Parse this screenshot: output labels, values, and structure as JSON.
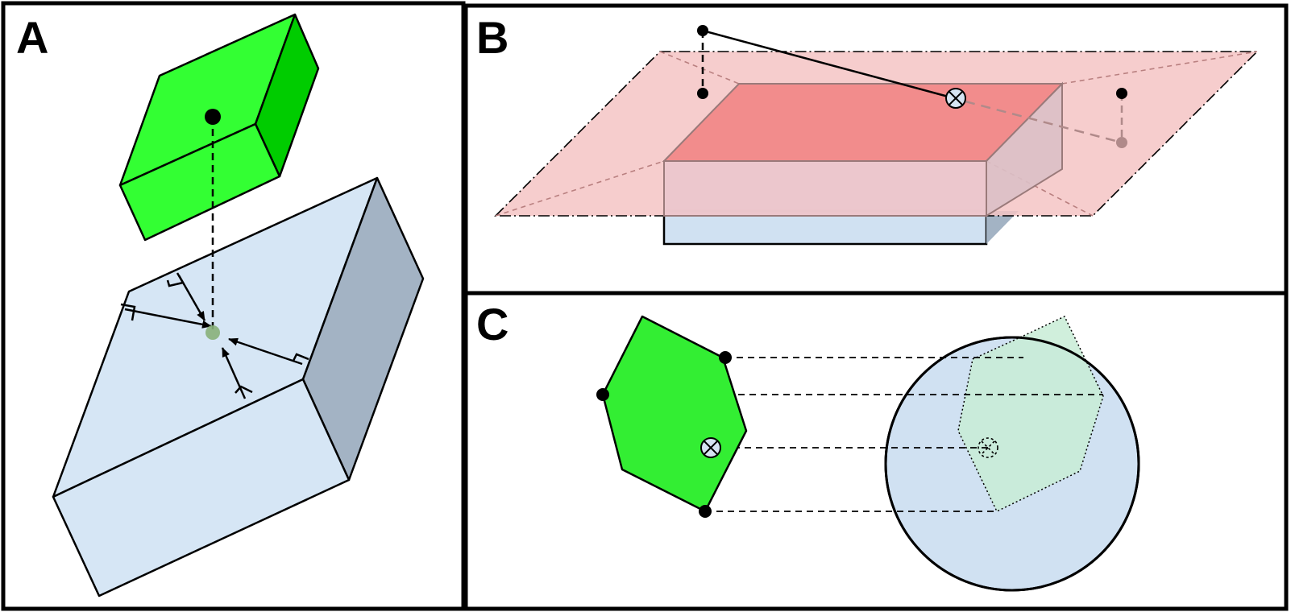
{
  "figure": {
    "panels": [
      {
        "id": "A",
        "label": "A"
      },
      {
        "id": "B",
        "label": "B"
      },
      {
        "id": "C",
        "label": "C"
      }
    ]
  },
  "colors": {
    "green_fill": "#33ff33",
    "green_side": "#00cc00",
    "blue_fill": "#d6e6f5",
    "blue_side": "#a3b3c4",
    "pink_plane": "#f4c4c4",
    "red_top": "#f28c8c",
    "light_green": "#c8ecd6",
    "circle_fill": "#d0e1f2",
    "marker_fill": "#d6e4f2"
  }
}
